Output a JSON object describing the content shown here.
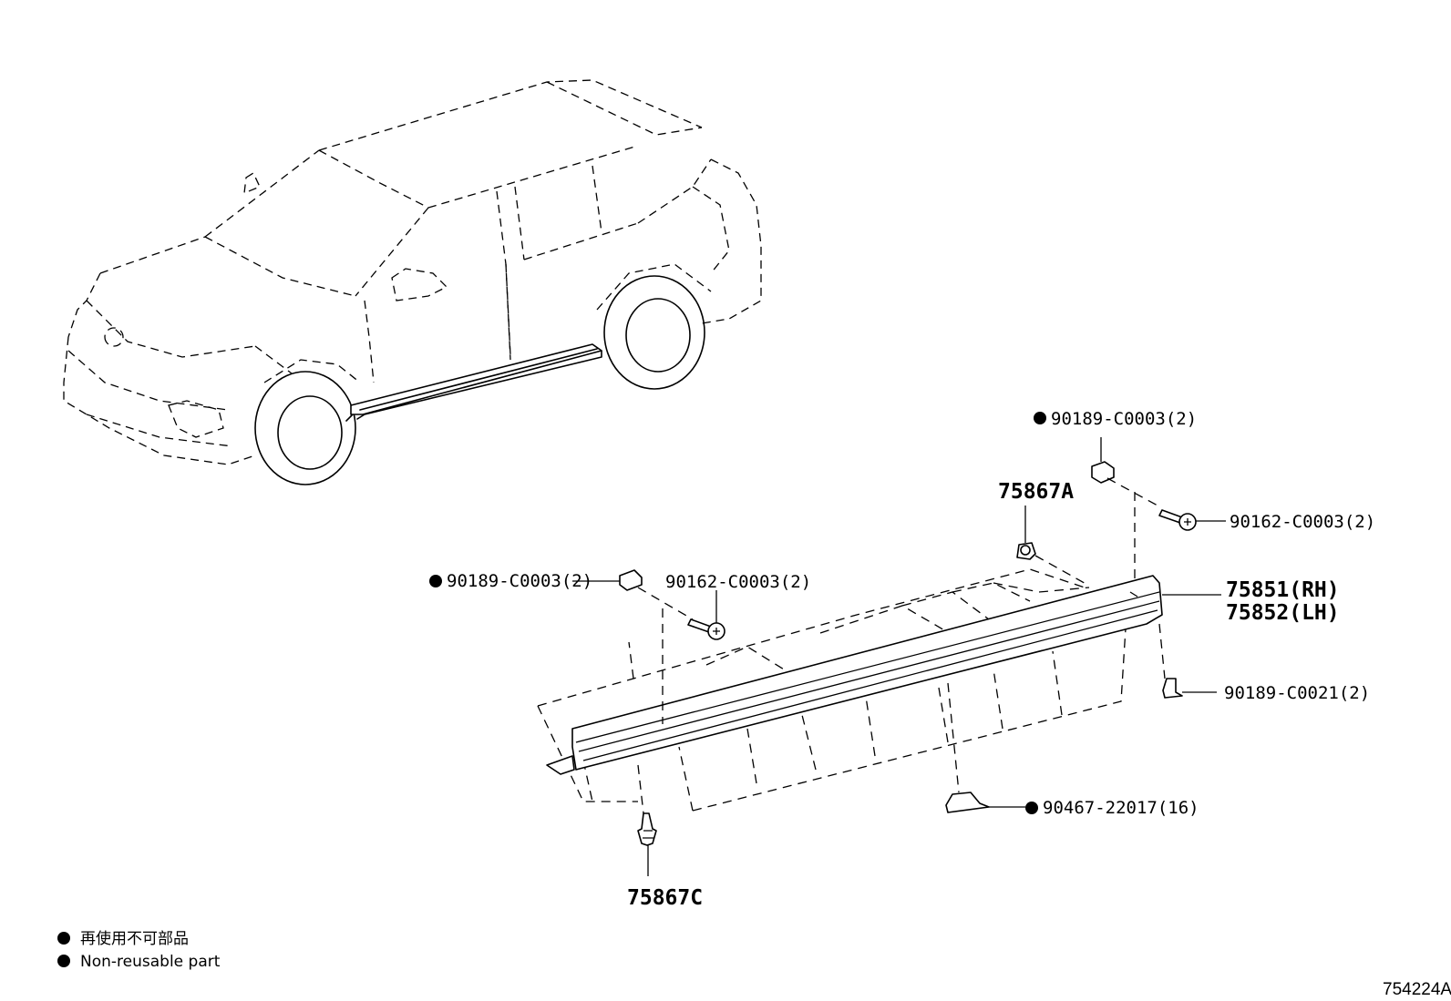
{
  "labels": {
    "clip_top_right": "90189-C0003(2)",
    "screw_right": "90162-C0003(2)",
    "part_75867a": "75867A",
    "clip_left": "90189-C0003(2)",
    "screw_left": "90162-C0003(2)",
    "molding_rh": "75851(RH)",
    "molding_lh": "75852(LH)",
    "clip_90189_c0021": "90189-C0021(2)",
    "clip_90467": "90467-22017(16)",
    "part_75867c": "75867C"
  },
  "legend": {
    "jp": "再使用不可部品",
    "en": "Non-reusable part"
  },
  "diagram_code": "754224A"
}
